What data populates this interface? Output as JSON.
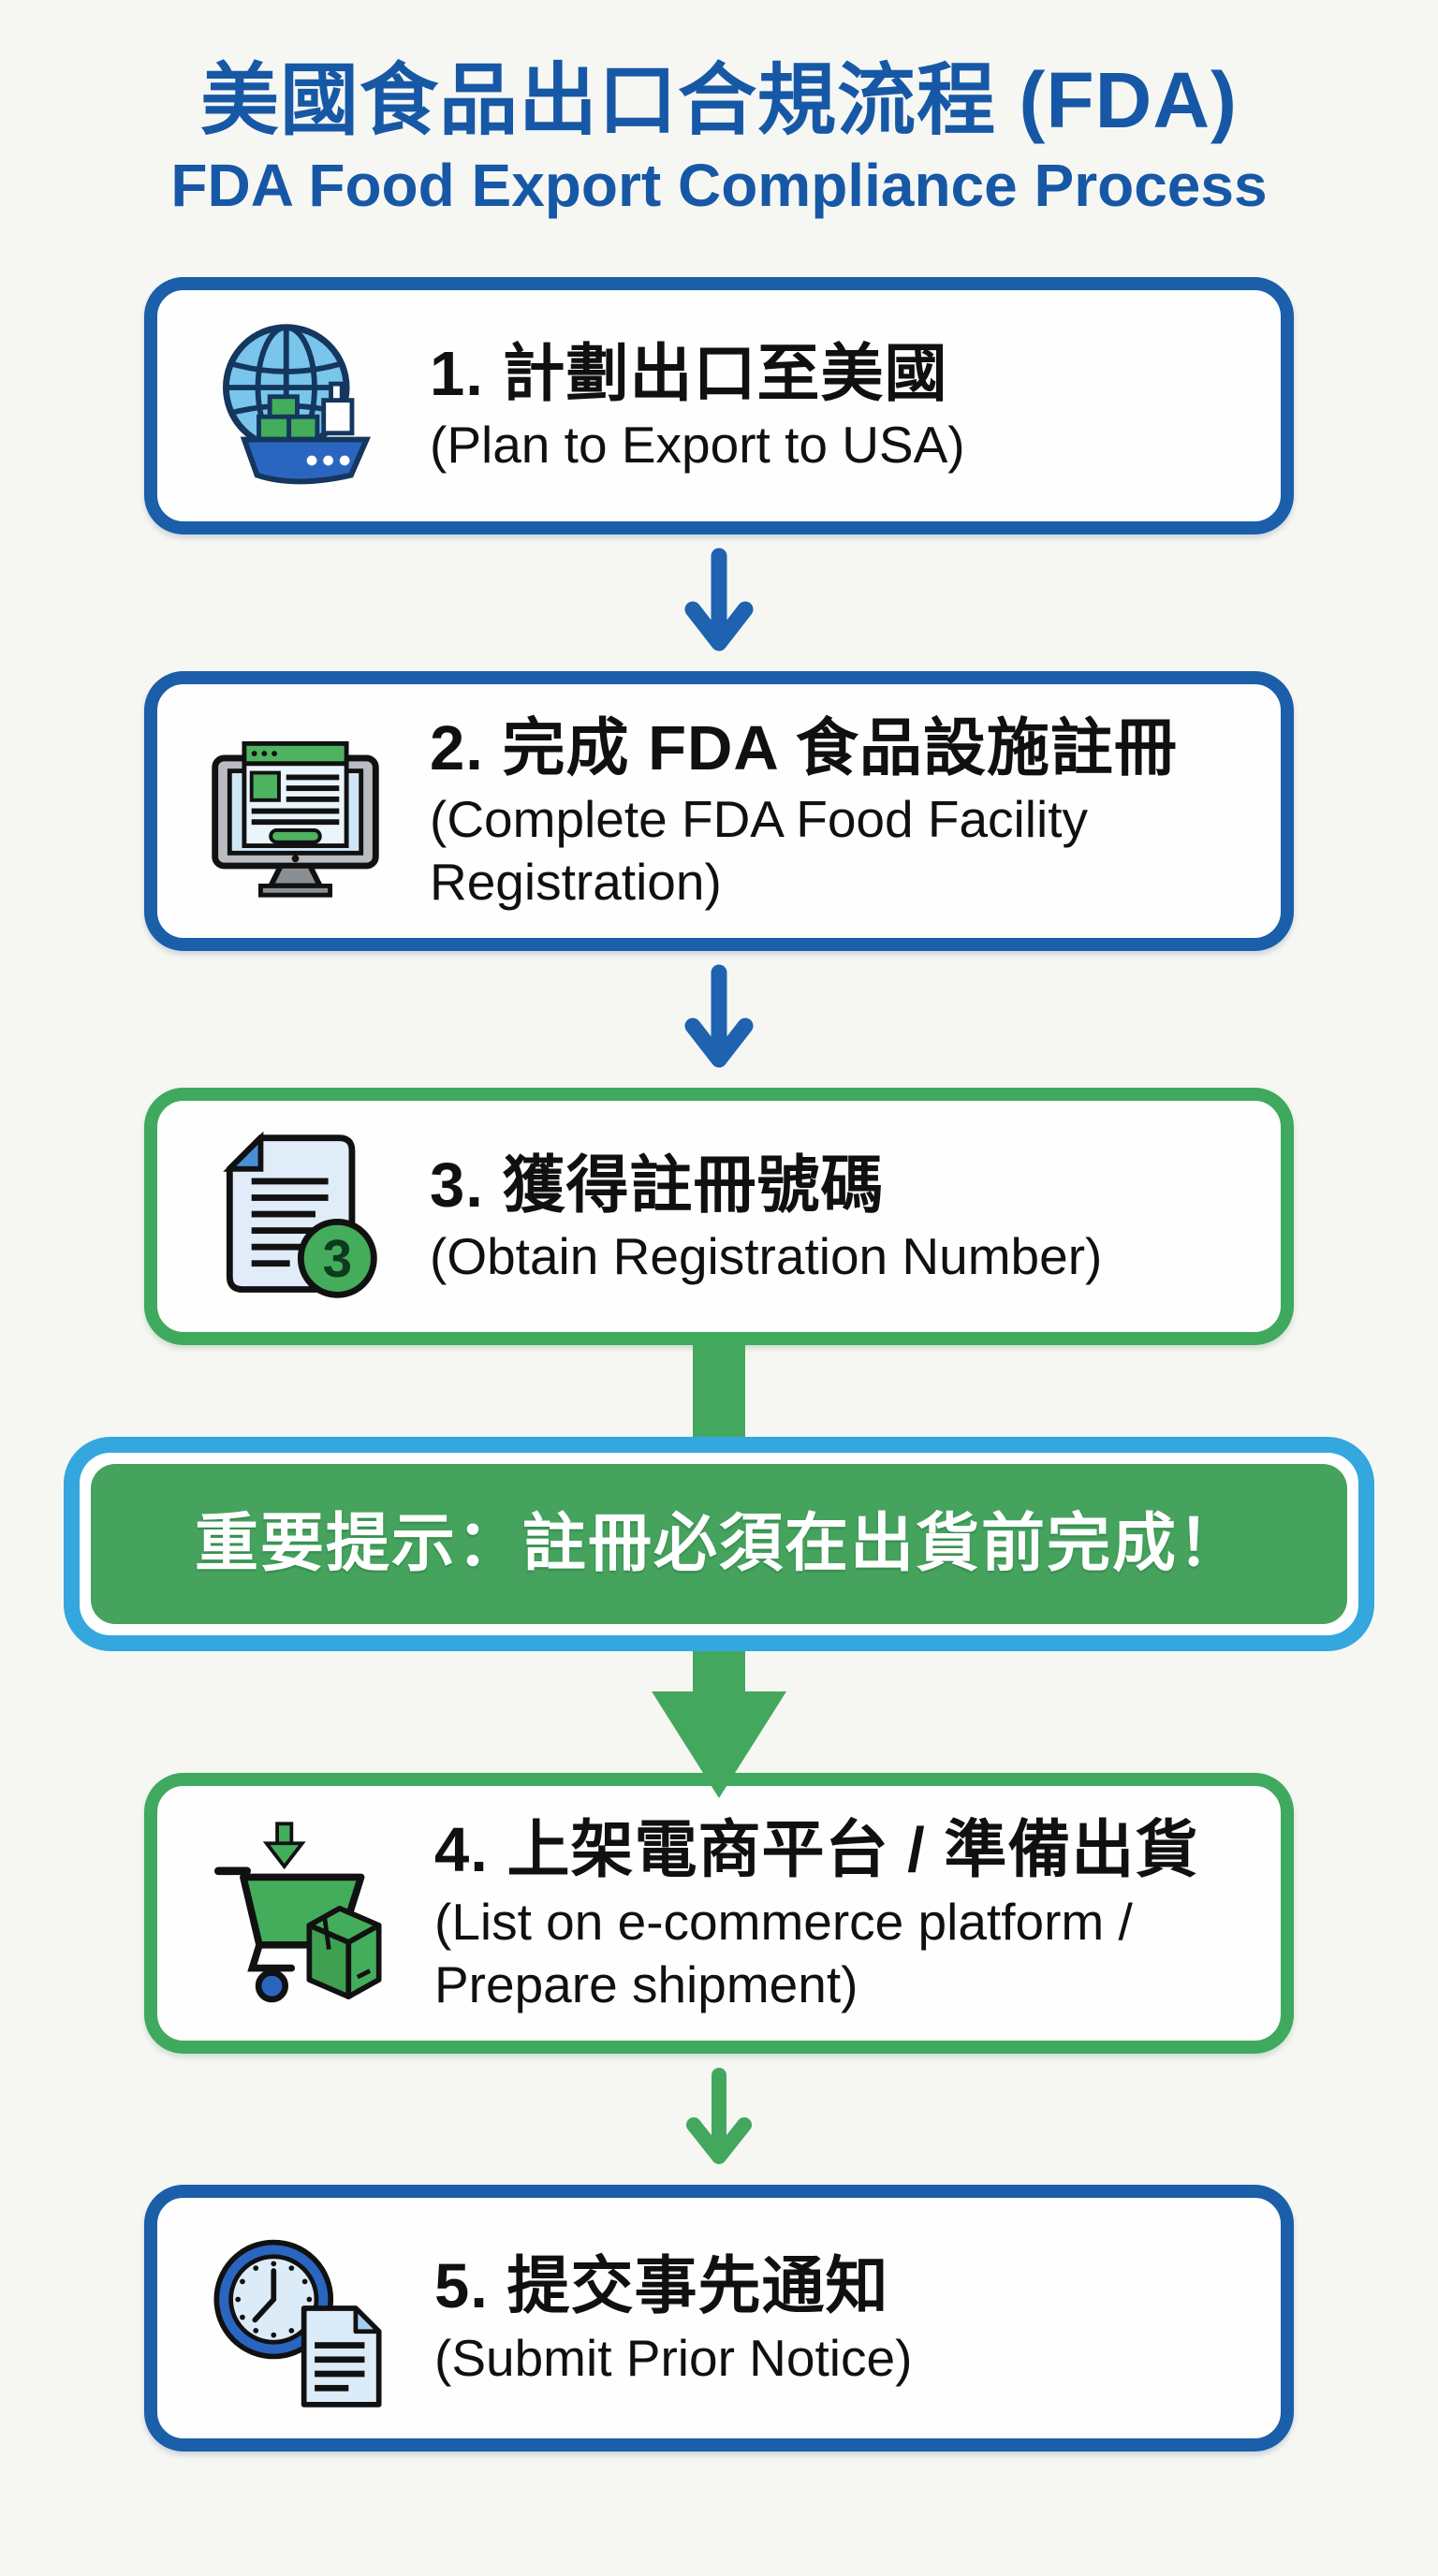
{
  "header": {
    "title": "美國食品出口合規流程 (FDA)",
    "subtitle": "FDA Food Export Compliance Process"
  },
  "steps": [
    {
      "title": "1. 計劃出口至美國",
      "subtitle": "(Plan to Export to USA)",
      "icon": "globe-ship-icon"
    },
    {
      "title": "2. 完成 FDA 食品設施註冊",
      "subtitle": "(Complete FDA Food Facility Registration)",
      "icon": "computer-registration-icon"
    },
    {
      "title": "3. 獲得註冊號碼",
      "subtitle": "(Obtain Registration Number)",
      "icon": "document-number-icon",
      "badge": "3"
    },
    {
      "title": "4. 上架電商平台 / 準備出貨",
      "subtitle": "(List on e-commerce platform / Prepare shipment)",
      "icon": "cart-package-icon"
    },
    {
      "title": "5. 提交事先通知",
      "subtitle": "(Submit Prior Notice)",
      "icon": "clock-document-icon"
    }
  ],
  "notice": {
    "text": "重要提示：註冊必須在出貨前完成！"
  },
  "colors": {
    "title_blue": "#1758a6",
    "box_blue": "#1b5ea9",
    "box_green": "#3fa95d",
    "banner_green": "#45a35e",
    "banner_border_blue": "#33a7de",
    "arrow_blue": "#1e62b0",
    "arrow_green": "#43a85e",
    "background": "#f6f7f3",
    "text_black": "#101010",
    "white": "#ffffff"
  }
}
